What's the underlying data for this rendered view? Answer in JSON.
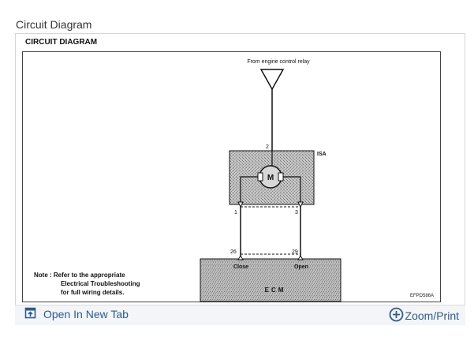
{
  "page": {
    "section_title": "Circuit Diagram"
  },
  "diagram": {
    "heading": "CIRCUIT DIAGRAM",
    "source_label": "From engine control relay",
    "isa_label": "ISA",
    "motor_label": "M",
    "pins": {
      "isa_top": "2",
      "isa_left": "1",
      "isa_right": "3",
      "ecm_left": "26",
      "ecm_right": "29"
    },
    "ecm_close": "Close",
    "ecm_open": "Open",
    "ecm_label": "ECM",
    "note_lines": [
      "Note : Refer to the appropriate",
      "Electrical Troubleshooting",
      "for full wiring details."
    ],
    "figure_code": "EFPD586A"
  },
  "toolbar": {
    "open_tab_label": "Open In New Tab",
    "zoom_label": "Zoom/Print",
    "accent": "#2f5b8a"
  }
}
